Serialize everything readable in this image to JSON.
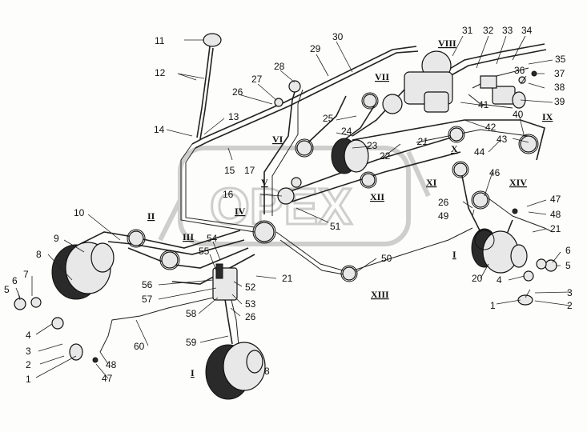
{
  "watermark": "OPEX",
  "part_numbers": [
    "1",
    "2",
    "3",
    "4",
    "5",
    "6",
    "7",
    "8",
    "9",
    "10",
    "11",
    "12",
    "13",
    "14",
    "15",
    "16",
    "17",
    "20",
    "21",
    "22",
    "23",
    "24",
    "25",
    "26",
    "27",
    "28",
    "29",
    "30",
    "31",
    "32",
    "33",
    "34",
    "35",
    "36",
    "37",
    "38",
    "39",
    "40",
    "41",
    "42",
    "43",
    "44",
    "46",
    "47",
    "48",
    "49",
    "50",
    "51",
    "52",
    "53",
    "54",
    "55",
    "56",
    "57",
    "58",
    "59",
    "60"
  ],
  "section_marks": [
    "I",
    "II",
    "III",
    "IV",
    "V",
    "VI",
    "VII",
    "VIII",
    "IX",
    "X",
    "XI",
    "XII",
    "XIII",
    "XIV"
  ],
  "labels": [
    {
      "t": "11"
    },
    {
      "t": "12"
    },
    {
      "t": "13"
    },
    {
      "t": "14"
    },
    {
      "t": "15"
    },
    {
      "t": "17"
    },
    {
      "t": "26"
    },
    {
      "t": "27"
    },
    {
      "t": "28"
    },
    {
      "t": "29"
    },
    {
      "t": "30"
    },
    {
      "t": "31"
    },
    {
      "t": "32"
    },
    {
      "t": "33"
    },
    {
      "t": "34"
    },
    {
      "t": "35"
    },
    {
      "t": "36"
    },
    {
      "t": "37"
    },
    {
      "t": "38"
    },
    {
      "t": "39"
    },
    {
      "t": "40"
    },
    {
      "t": "41"
    },
    {
      "t": "42"
    },
    {
      "t": "43"
    },
    {
      "t": "44"
    },
    {
      "t": "25"
    },
    {
      "t": "24"
    },
    {
      "t": "23"
    },
    {
      "t": "22"
    },
    {
      "t": "21"
    },
    {
      "t": "16"
    },
    {
      "t": "46"
    },
    {
      "t": "26"
    },
    {
      "t": "49"
    },
    {
      "t": "47"
    },
    {
      "t": "48"
    },
    {
      "t": "21"
    },
    {
      "t": "10"
    },
    {
      "t": "9"
    },
    {
      "t": "8"
    },
    {
      "t": "7"
    },
    {
      "t": "6"
    },
    {
      "t": "5"
    },
    {
      "t": "4"
    },
    {
      "t": "3"
    },
    {
      "t": "2"
    },
    {
      "t": "1"
    },
    {
      "t": "54"
    },
    {
      "t": "55"
    },
    {
      "t": "56"
    },
    {
      "t": "57"
    },
    {
      "t": "52"
    },
    {
      "t": "53"
    },
    {
      "t": "58"
    },
    {
      "t": "26"
    },
    {
      "t": "59"
    },
    {
      "t": "60"
    },
    {
      "t": "21"
    },
    {
      "t": "51"
    },
    {
      "t": "50"
    },
    {
      "t": "48"
    },
    {
      "t": "47"
    },
    {
      "t": "8"
    },
    {
      "t": "20"
    },
    {
      "t": "6"
    },
    {
      "t": "5"
    },
    {
      "t": "4"
    },
    {
      "t": "3"
    },
    {
      "t": "2"
    },
    {
      "t": "1"
    }
  ],
  "romans": [
    {
      "t": "VIII"
    },
    {
      "t": "VII"
    },
    {
      "t": "VI"
    },
    {
      "t": "V"
    },
    {
      "t": "IV"
    },
    {
      "t": "II"
    },
    {
      "t": "III"
    },
    {
      "t": "IX"
    },
    {
      "t": "X"
    },
    {
      "t": "XI"
    },
    {
      "t": "XII"
    },
    {
      "t": "XIV"
    },
    {
      "t": "I"
    },
    {
      "t": "XIII"
    },
    {
      "t": "I"
    }
  ]
}
